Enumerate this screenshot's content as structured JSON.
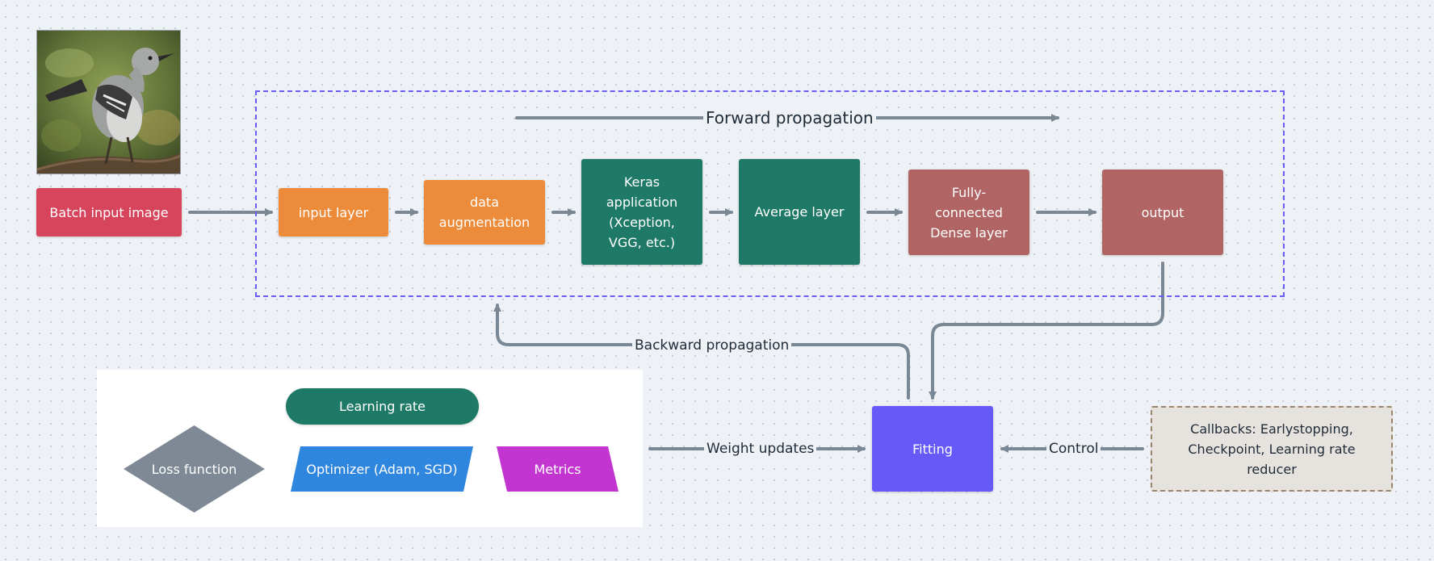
{
  "diagram": {
    "image_node": {
      "label": "Batch input image",
      "color": "#d6455b"
    },
    "forward_label": "Forward propagation",
    "backward_label": "Backward propagation",
    "layers": [
      {
        "id": "input",
        "label": "input layer",
        "color": "#ec8b39"
      },
      {
        "id": "augment",
        "label": "data\naugmentation",
        "color": "#ec8b39"
      },
      {
        "id": "keras",
        "label": "Keras\napplication\n(Xception,\nVGG, etc.)",
        "color": "#1e7a66"
      },
      {
        "id": "average",
        "label": "Average layer",
        "color": "#1e7a66"
      },
      {
        "id": "dense",
        "label": "Fully-\nconnected\nDense layer",
        "color": "#b06463"
      },
      {
        "id": "output",
        "label": "output",
        "color": "#b06463"
      }
    ],
    "fitting": {
      "label": "Fitting",
      "color": "#6659f8"
    },
    "callbacks": {
      "label": "Callbacks: Earlystopping,\nCheckpoint, Learning rate\nreducer",
      "color": "#e6e3de"
    },
    "edge_labels": {
      "weight_updates": "Weight updates",
      "control": "Control"
    },
    "legend": {
      "learning_rate": {
        "label": "Learning rate",
        "color": "#1e7a66"
      },
      "loss_function": {
        "label": "Loss function",
        "color": "#7e8995"
      },
      "optimizer": {
        "label": "Optimizer (Adam, SGD)",
        "color": "#2f86df"
      },
      "metrics": {
        "label": "Metrics",
        "color": "#c235d0"
      }
    },
    "colors": {
      "connector": "#7a8896",
      "group_border": "#6a5cf7"
    },
    "icons": {
      "photo": "mockingbird-photo",
      "arrow": "arrow-head-icon"
    }
  }
}
